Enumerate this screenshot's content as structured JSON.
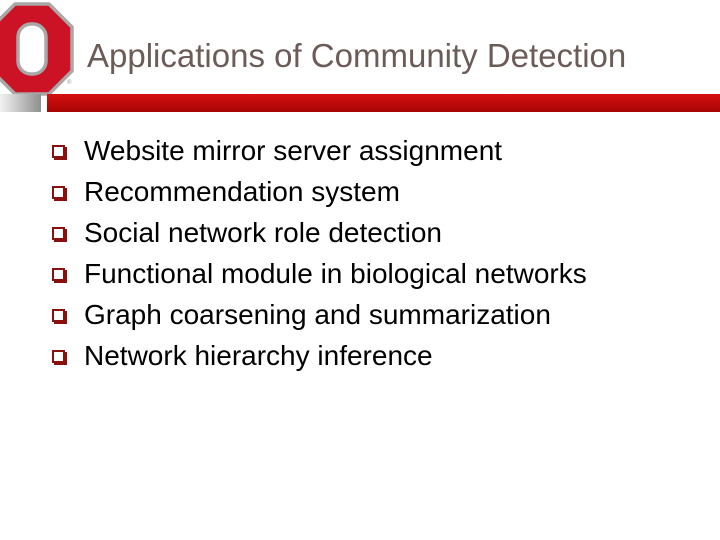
{
  "slide": {
    "title": "Applications of Community Detection",
    "logo": {
      "name": "ohio-state-block-o-logo",
      "trademark_symbol": "®",
      "body_color": "#cc1326",
      "outline_color": "#a8a8a8",
      "inner_color": "#ffffff"
    },
    "accent_rules": {
      "gray_color": "#b7b7b7",
      "red_color": "#c00c0c"
    },
    "title_color": "#6b5c57",
    "body_color": "#000000",
    "bullet_marker_color": "#8a1010",
    "bullets": [
      {
        "label": "Website mirror server assignment"
      },
      {
        "label": "Recommendation system"
      },
      {
        "label": "Social network role detection"
      },
      {
        "label": "Functional module in biological networks"
      },
      {
        "label": "Graph coarsening and summarization"
      },
      {
        "label": "Network hierarchy inference"
      }
    ]
  }
}
